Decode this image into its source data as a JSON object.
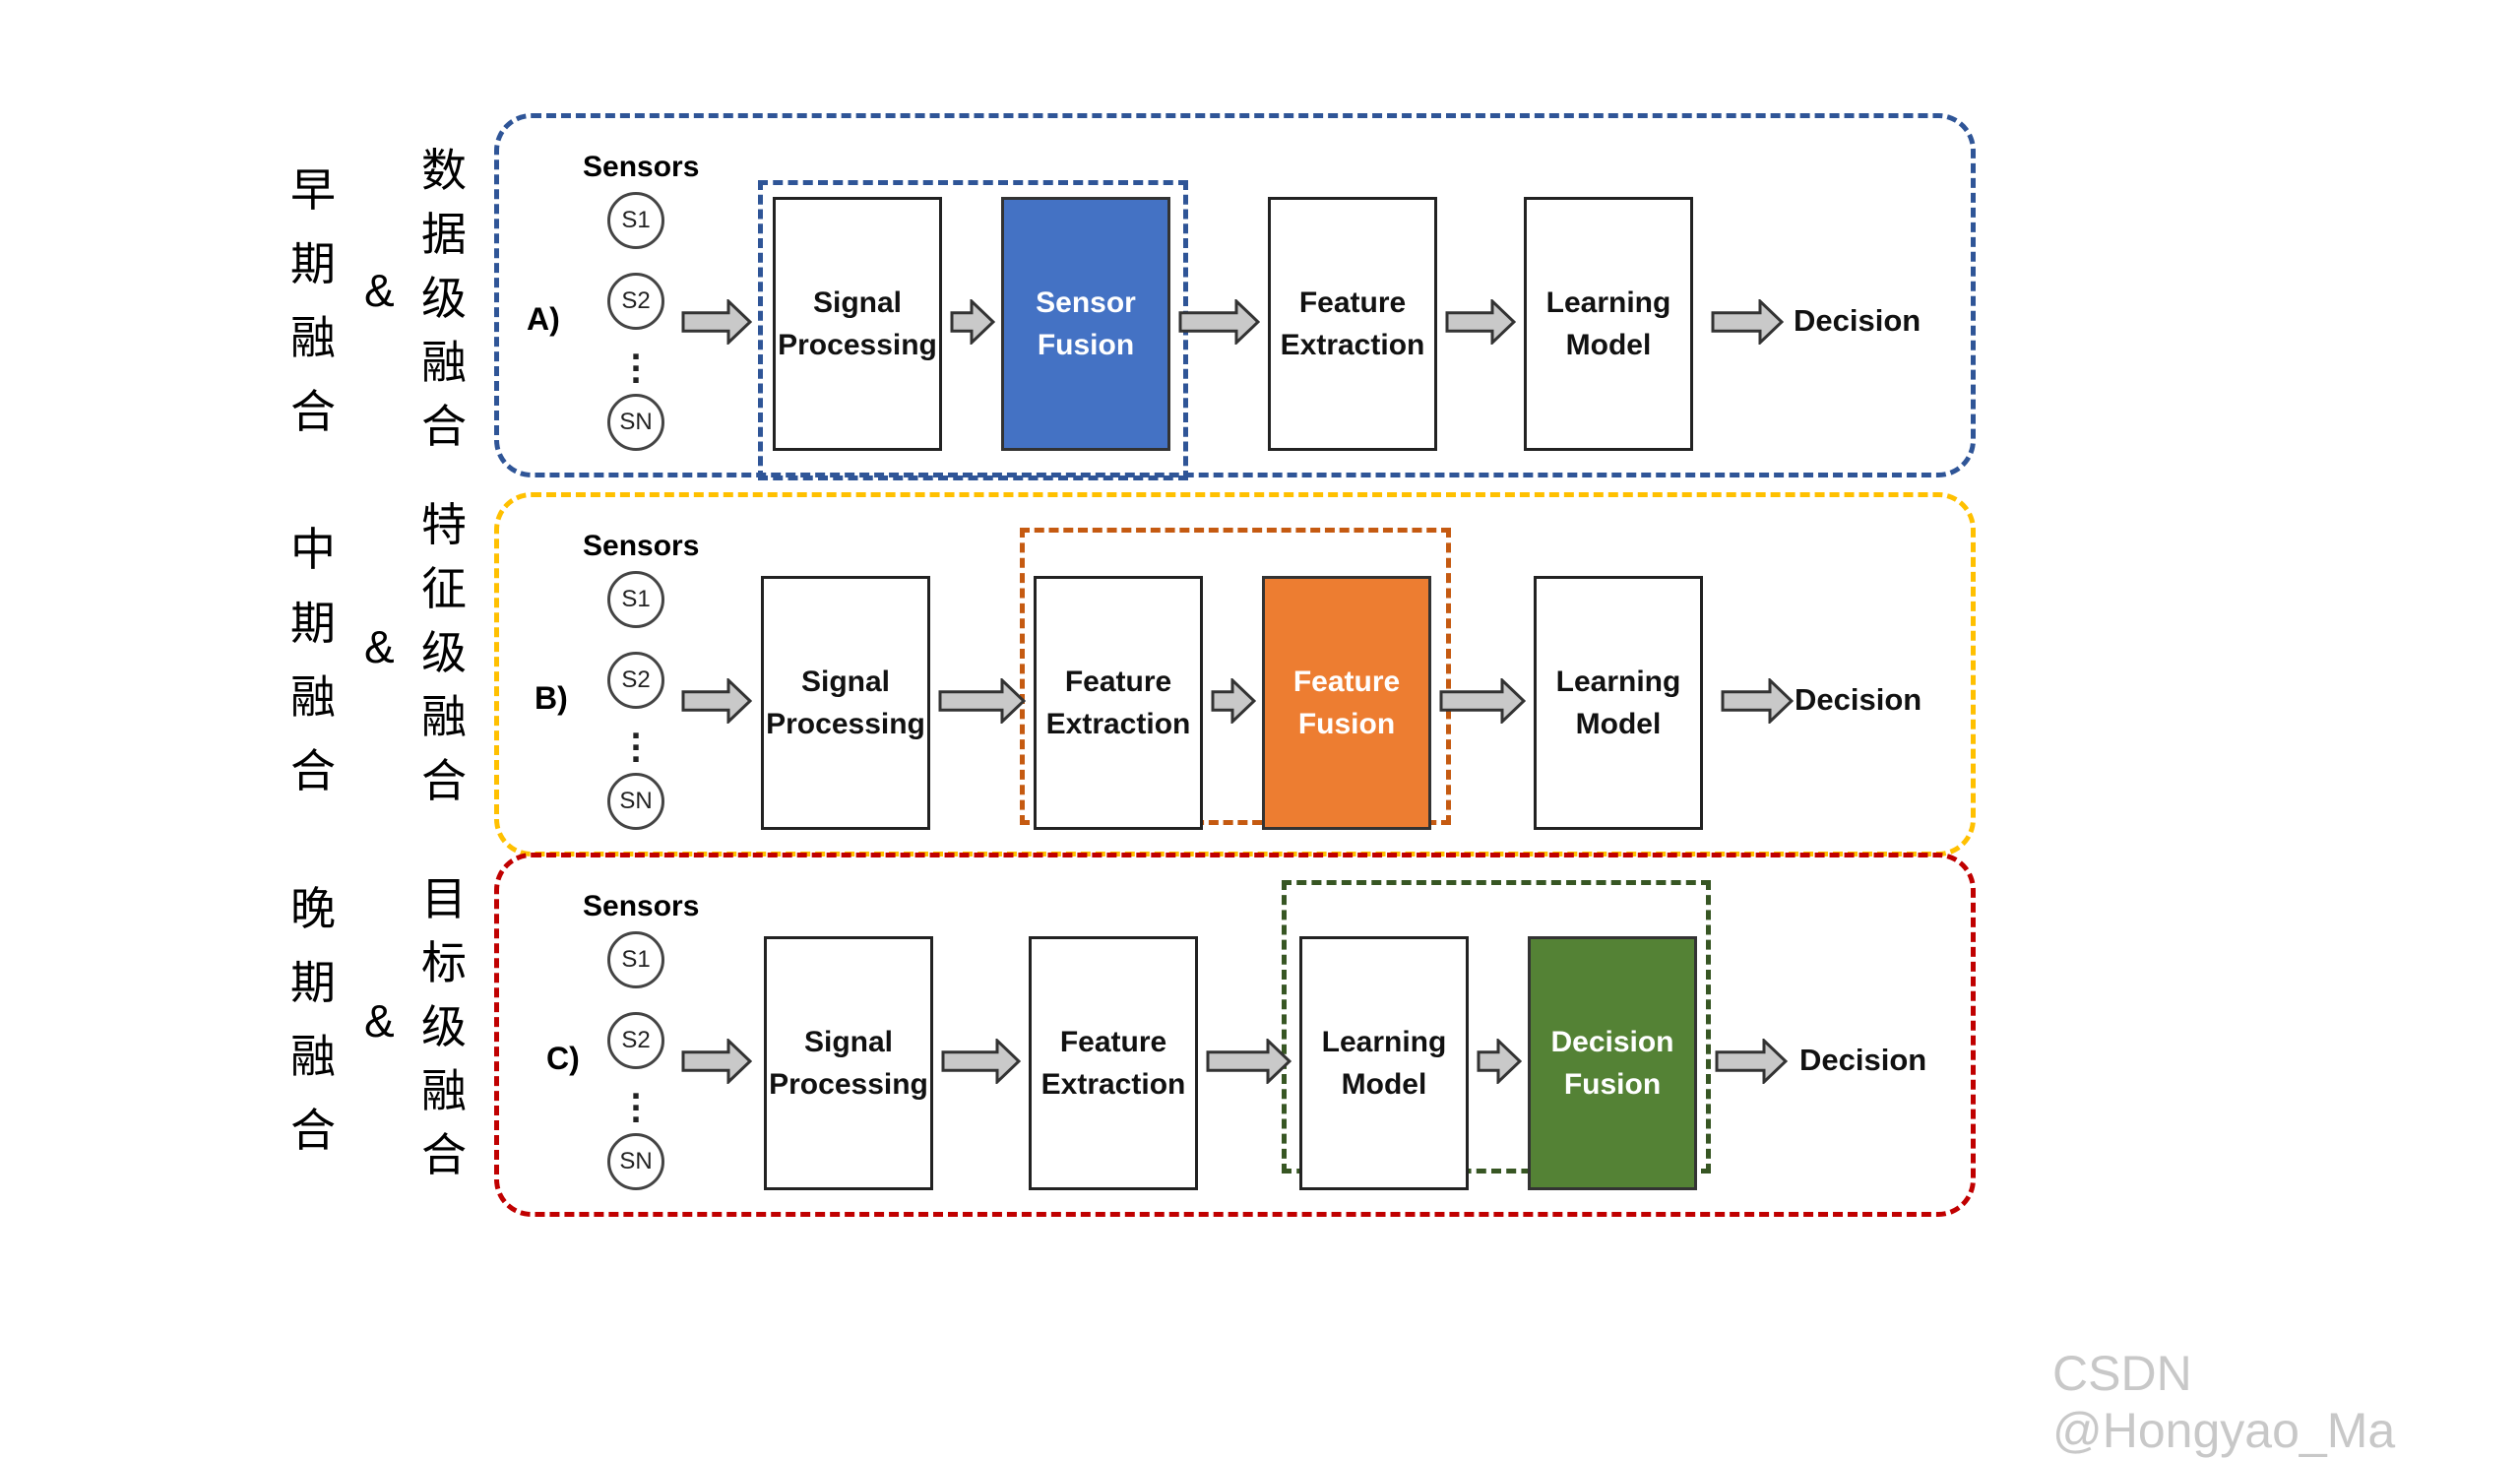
{
  "rows": [
    {
      "id": "A",
      "label": "A)",
      "left_chars": [
        "早",
        "期",
        "融",
        "合"
      ],
      "ampersand": "&",
      "right_chars": [
        "数",
        "据",
        "级",
        "融",
        "合"
      ],
      "frame_color": "#2F5597",
      "sensors_title": "Sensors",
      "sensors": [
        "S1",
        "S2",
        "SN"
      ],
      "blocks": [
        {
          "line1": "Signal",
          "line2": "Processing",
          "fill": null
        },
        {
          "line1": "Sensor",
          "line2": "Fusion",
          "fill": "#4472C4"
        },
        {
          "line1": "Feature",
          "line2": "Extraction",
          "fill": null
        },
        {
          "line1": "Learning",
          "line2": "Model",
          "fill": null
        }
      ],
      "fusion_group_color": "#2F5597",
      "output": "Decision"
    },
    {
      "id": "B",
      "label": "B)",
      "left_chars": [
        "中",
        "期",
        "融",
        "合"
      ],
      "ampersand": "&",
      "right_chars": [
        "特",
        "征",
        "级",
        "融",
        "合"
      ],
      "frame_color": "#FFC000",
      "sensors_title": "Sensors",
      "sensors": [
        "S1",
        "S2",
        "SN"
      ],
      "blocks": [
        {
          "line1": "Signal",
          "line2": "Processing",
          "fill": null
        },
        {
          "line1": "Feature",
          "line2": "Extraction",
          "fill": null
        },
        {
          "line1": "Feature",
          "line2": "Fusion",
          "fill": "#ED7D31"
        },
        {
          "line1": "Learning",
          "line2": "Model",
          "fill": null
        }
      ],
      "fusion_group_color": "#C55A11",
      "output": "Decision"
    },
    {
      "id": "C",
      "label": "C)",
      "left_chars": [
        "晚",
        "期",
        "融",
        "合"
      ],
      "ampersand": "&",
      "right_chars": [
        "目",
        "标",
        "级",
        "融",
        "合"
      ],
      "frame_color": "#C00000",
      "sensors_title": "Sensors",
      "sensors": [
        "S1",
        "S2",
        "SN"
      ],
      "blocks": [
        {
          "line1": "Signal",
          "line2": "Processing",
          "fill": null
        },
        {
          "line1": "Feature",
          "line2": "Extraction",
          "fill": null
        },
        {
          "line1": "Learning",
          "line2": "Model",
          "fill": null
        },
        {
          "line1": "Decision",
          "line2": "Fusion",
          "fill": "#548235"
        }
      ],
      "fusion_group_color": "#375623",
      "output": "Decision"
    }
  ],
  "watermark": "CSDN @Hongyao_Ma",
  "colors": {
    "arrow_fill": "#C9C9C9",
    "arrow_stroke": "#333333"
  }
}
